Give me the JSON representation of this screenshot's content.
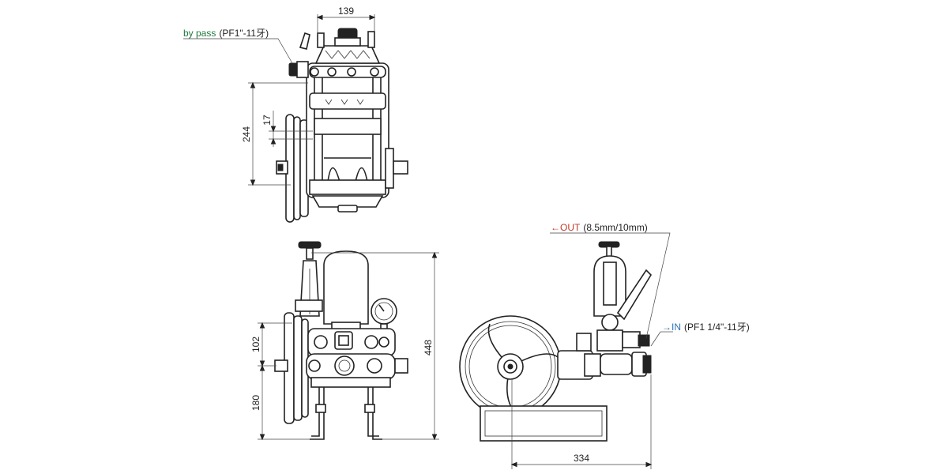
{
  "colors": {
    "bypass": "#1e7a3c",
    "out": "#c0392b",
    "in": "#2f74b5",
    "line": "#222222"
  },
  "labels": {
    "bypass": {
      "name": "by pass",
      "spec": "(PF1\"-11牙)"
    },
    "out": {
      "name": "←OUT",
      "spec": "(8.5mm/10mm)"
    },
    "in": {
      "name": "→IN",
      "spec": "(PF1 1/4\"-11牙)"
    }
  },
  "dimensions": {
    "top_width": "139",
    "top_height": "244",
    "top_offset": "17",
    "front_upper": "102",
    "front_lower": "180",
    "front_total": "448",
    "side_width": "334"
  }
}
